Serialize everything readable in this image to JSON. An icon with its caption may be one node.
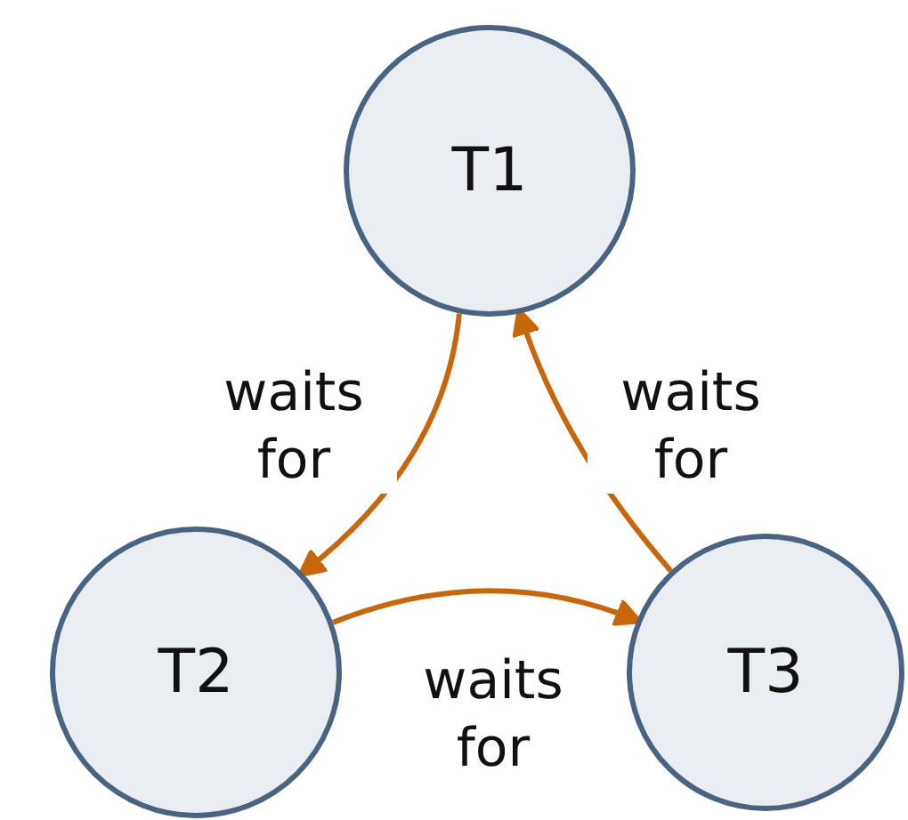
{
  "diagram": {
    "nodes": [
      {
        "text": [
          "T1"
        ]
      },
      {
        "text": [
          "T2"
        ]
      },
      {
        "text": [
          "T3"
        ]
      }
    ],
    "edges": [
      {
        "from": 0,
        "to": 1,
        "arrow": "to",
        "label": "waits for"
      },
      {
        "from": 1,
        "to": 2,
        "arrow": "to",
        "label": "waits for"
      },
      {
        "from": 2,
        "to": 0,
        "arrow": "to",
        "label": "waits for"
      }
    ]
  }
}
